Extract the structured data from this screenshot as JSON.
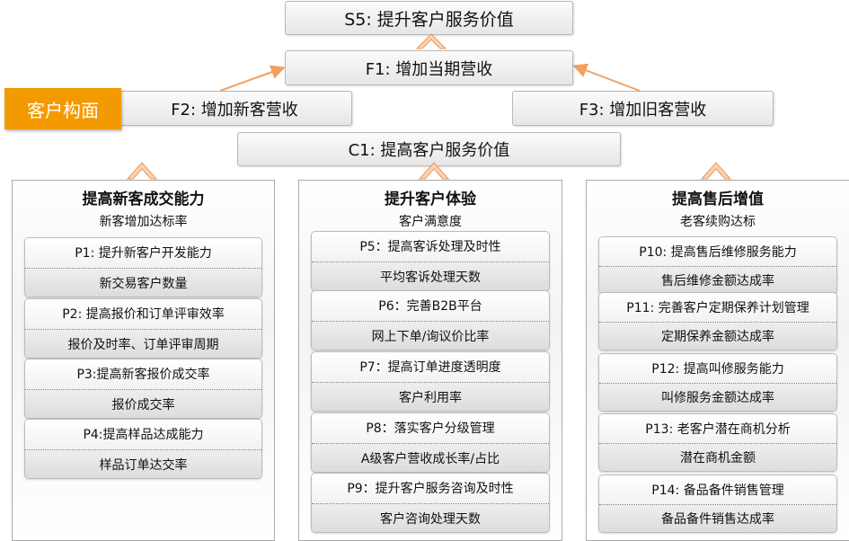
{
  "s5": "S5:   提升客户服务价值",
  "f1": "F1:  增加当期营收",
  "f2": "F2: 增加新客营收",
  "f3": "F3: 增加旧客营收",
  "c1": "C1: 提高客户服务价值",
  "tag": "客户构面",
  "panels": [
    {
      "title": "提高新客成交能力",
      "sub": "新客增加达标率",
      "cards": [
        {
          "t": "P1: 提升新客户开发能力",
          "b": "新交易客户数量"
        },
        {
          "t": "P2: 提高报价和订单评审效率",
          "b": "报价及时率、订单评审周期"
        },
        {
          "t": "P3:提高新客报价成交率",
          "b": "报价成交率"
        },
        {
          "t": "P4:提高样品达成能力",
          "b": "样品订单达交率"
        }
      ]
    },
    {
      "title": "提升客户体验",
      "sub": "客户满意度",
      "cards": [
        {
          "t": "P5：提高客诉处理及时性",
          "b": "平均客诉处理天数"
        },
        {
          "t": "P6：完善B2B平台",
          "b": "网上下单/询议价比率"
        },
        {
          "t": "P7：提高订单进度透明度",
          "b": "客户利用率"
        },
        {
          "t": "P8：落实客户分级管理",
          "b": "A级客户营收成长率/占比"
        },
        {
          "t": "P9：提升客户服务咨询及时性",
          "b": "客户咨询处理天数"
        }
      ]
    },
    {
      "title": "提高售后增值",
      "sub": "老客续购达标",
      "cards": [
        {
          "t": "P10: 提高售后维修服务能力",
          "b": "售后维修金额达成率"
        },
        {
          "t": "P11: 完善客户定期保养计划管理",
          "b": "定期保养金额达成率"
        },
        {
          "t": "P12: 提高叫修服务能力",
          "b": "叫修服务金额达成率"
        },
        {
          "t": "P13: 老客户潜在商机分析",
          "b": "潜在商机金额"
        },
        {
          "t": "P14: 备品备件销售管理",
          "b": "备品备件销售达成率"
        }
      ]
    }
  ]
}
